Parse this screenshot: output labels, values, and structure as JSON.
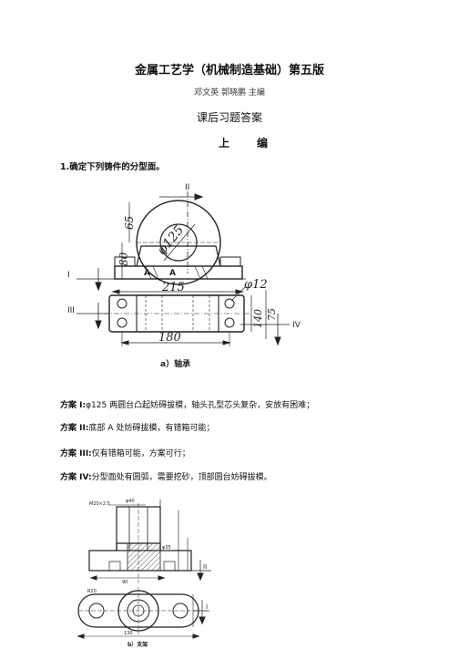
{
  "header": {
    "title": "金属工艺学（机械制造基础）第五版",
    "authors": "邓文英  郭晓鹏 主编",
    "subtitle": "课后习题答案",
    "part": "上编"
  },
  "question": "1.确定下列铸件的分型面。",
  "figure_a": {
    "label_I": "I",
    "label_II": "II",
    "label_III": "III",
    "label_IV": "IV",
    "dim_phi125": "φ125",
    "dim_65": "65",
    "dim_80": "80",
    "dim_215": "215",
    "dim_phi12": "φ12",
    "dim_140": "140",
    "dim_75": "75",
    "dim_180": "180",
    "section_A1": "A",
    "section_A2": "A",
    "caption": "a）轴承"
  },
  "solutions": [
    {
      "label": "方案 I:",
      "text": "φ125 两圆台凸起妨碍拔模，轴头孔型芯头复杂，安放有困难；"
    },
    {
      "label": "方案 II:",
      "text": "底部 A 处妨碍拔模，有错箱可能；"
    },
    {
      "label": "方案 III:",
      "text": "仅有错箱可能，方案可行；"
    },
    {
      "label": "方案 IV:",
      "text": "分型面处有圆弧，需要挖砂，顶部圆台妨碍拔模。"
    }
  ],
  "figure_b": {
    "dim_m20": "M20×2.5",
    "dim_phi40": "φ40",
    "dim_phi35": "φ35",
    "dim_90": "90",
    "dim_130": "130",
    "dim_r20": "R20",
    "label_I": "I",
    "label_II": "II",
    "caption": "b）支架"
  }
}
